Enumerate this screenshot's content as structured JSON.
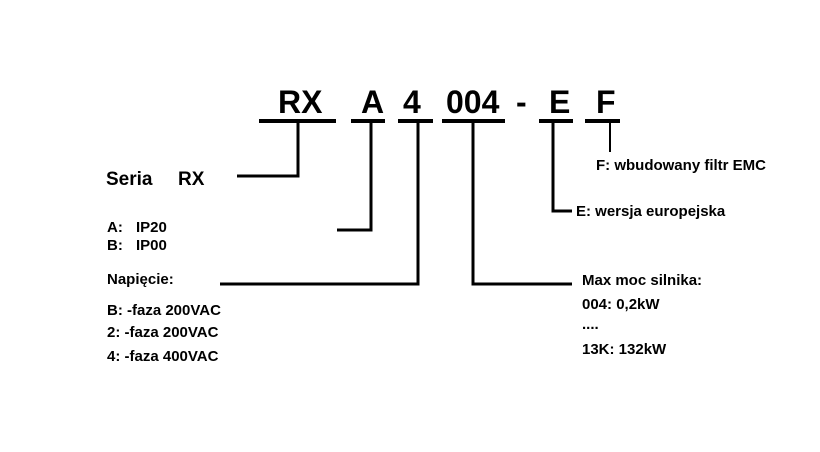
{
  "code": {
    "series": "RX",
    "protection": "A",
    "voltage": "4",
    "power": "004",
    "dash": "-",
    "version": "E",
    "filter": "F"
  },
  "series_label": {
    "word": "Seria",
    "code": "RX"
  },
  "protection": {
    "items": [
      {
        "key": "A:",
        "value": "IP20"
      },
      {
        "key": "B:",
        "value": "IP00"
      }
    ]
  },
  "voltage": {
    "title": "Napięcie:",
    "items": [
      "B: -faza 200VAC",
      "2: -faza 200VAC",
      "4: -faza 400VAC"
    ]
  },
  "power": {
    "title": "Max moc silnika:",
    "items": [
      "004: 0,2kW",
      "....",
      "13K: 132kW"
    ]
  },
  "version_label": "E: wersja europejska",
  "filter_label": "F: wbudowany filtr EMC"
}
